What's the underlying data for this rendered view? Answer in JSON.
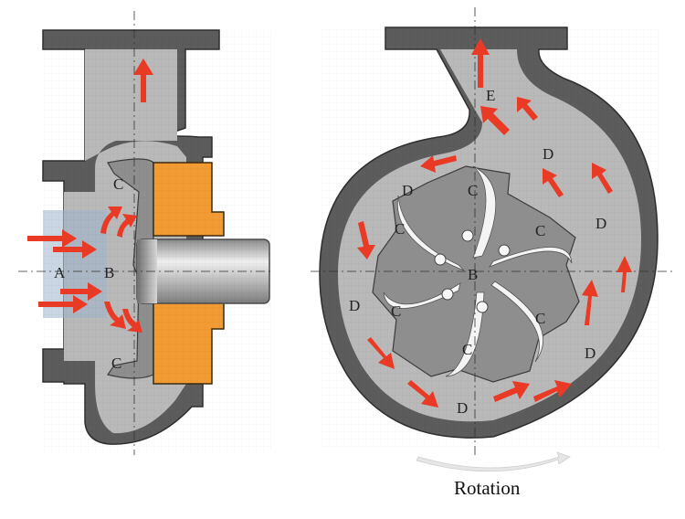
{
  "colors": {
    "casing": "#5c5c5c",
    "fluid": "#b9b9b9",
    "fluid_dark": "#a2a2a2",
    "impeller": "#8e8e8e",
    "backplate": "#f29b33",
    "shaft": "#c9c9c9",
    "arrow": "#e83a24",
    "vane_gap": "#f4f4f4",
    "inlet_fluid": "#9fb4cc"
  },
  "labels": {
    "side": {
      "a": "A",
      "b": "B",
      "c_top": "C",
      "c_bottom": "C"
    },
    "front": {
      "e": "E",
      "b": "B",
      "c1": "C",
      "c2": "C",
      "c3": "C",
      "c4": "C",
      "c5": "C",
      "c6": "C",
      "d1": "D",
      "d2": "D",
      "d3": "D",
      "d4": "D",
      "d5": "D",
      "d6": "D"
    }
  },
  "caption": "Rotation"
}
